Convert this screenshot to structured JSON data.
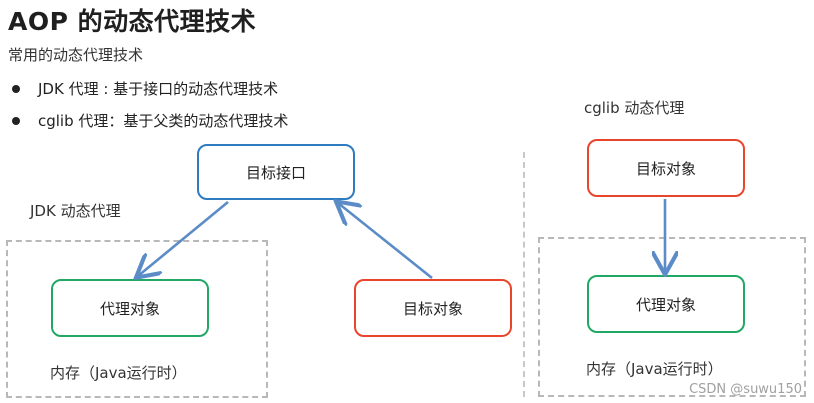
{
  "title": "AOP 的动态代理技术",
  "subtitle": "常用的动态代理技术",
  "bullets": [
    "JDK 代理 : 基于接口的动态代理技术",
    "cglib 代理：基于父类的动态代理技术"
  ],
  "jdk": {
    "section_label": "JDK 动态代理",
    "interface_box": "目标接口",
    "proxy_box": "代理对象",
    "target_box": "目标对象",
    "memory_label": "内存（Java运行时）"
  },
  "cglib": {
    "section_label": "cglib 动态代理",
    "target_box": "目标对象",
    "proxy_box": "代理对象",
    "memory_label": "内存（Java运行时）"
  },
  "watermark": "CSDN @suwu150",
  "colors": {
    "interface_border": "#2e7bbf",
    "proxy_border": "#22a865",
    "target_border": "#e8452c",
    "arrow": "#5b8cc7",
    "dashed": "#b8b8b8"
  }
}
